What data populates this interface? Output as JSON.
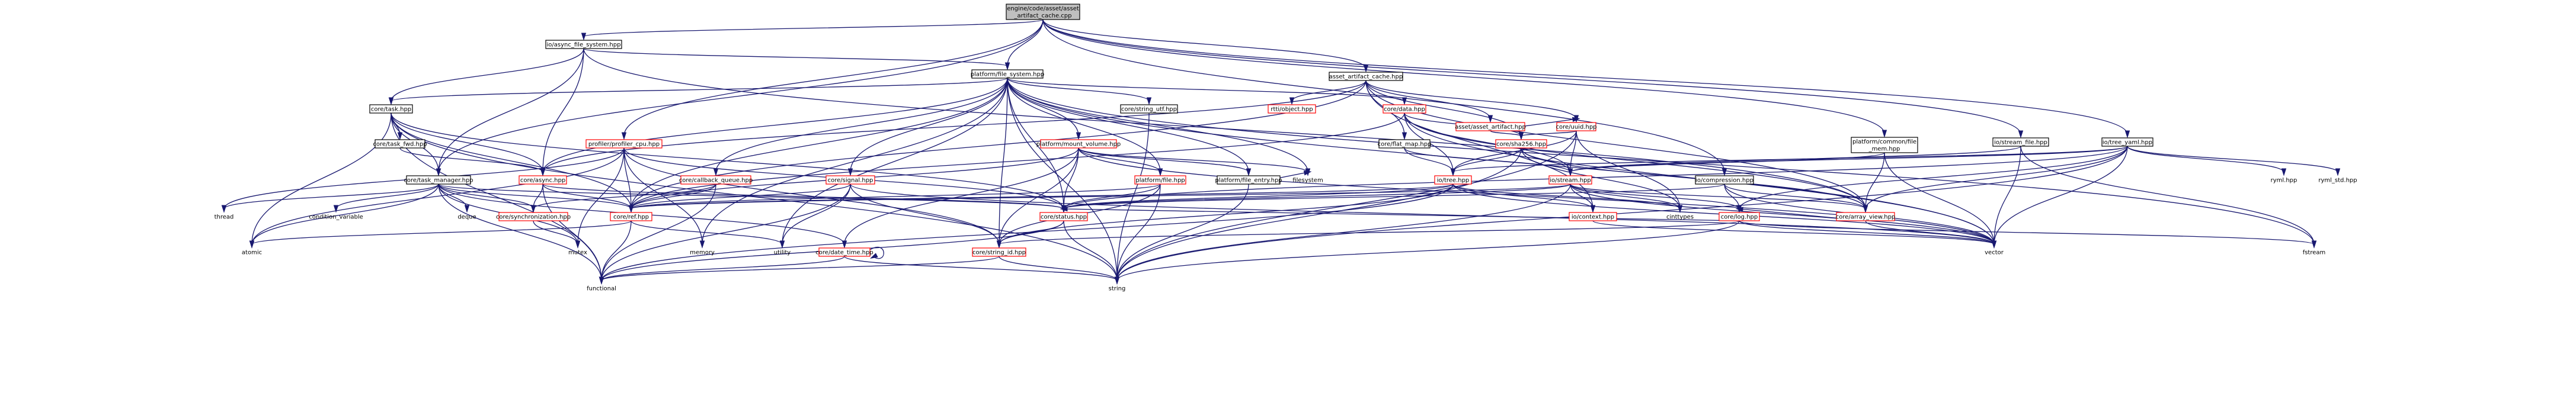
{
  "graph": {
    "colors": {
      "edge": "#191970",
      "root_fill": "#bfbfbf",
      "root_stroke": "#000000",
      "linked_stroke": "#000000",
      "missing_stroke": "#ff0000",
      "node_fill": "#ffffff"
    },
    "nodes": [
      {
        "id": "root",
        "lines": [
          "engine/code/asset/asset",
          "_artifact_cache.cpp"
        ],
        "kind": "root"
      },
      {
        "id": "io_async_fs",
        "lines": [
          "io/async_file_system.hpp"
        ],
        "kind": "linked"
      },
      {
        "id": "pf_fs",
        "lines": [
          "platform/file_system.hpp"
        ],
        "kind": "linked"
      },
      {
        "id": "aac_hpp",
        "lines": [
          "asset_artifact_cache.hpp"
        ],
        "kind": "linked"
      },
      {
        "id": "core_task",
        "lines": [
          "core/task.hpp"
        ],
        "kind": "linked"
      },
      {
        "id": "core_string_utf",
        "lines": [
          "core/string_utf.hpp"
        ],
        "kind": "linked"
      },
      {
        "id": "rtti_object",
        "lines": [
          "rtti/object.hpp"
        ],
        "kind": "missing"
      },
      {
        "id": "core_data",
        "lines": [
          "core/data.hpp"
        ],
        "kind": "missing"
      },
      {
        "id": "aa_hpp",
        "lines": [
          "asset/asset_artifact.hpp"
        ],
        "kind": "missing"
      },
      {
        "id": "core_uuid",
        "lines": [
          "core/uuid.hpp"
        ],
        "kind": "missing"
      },
      {
        "id": "pf_common_mem",
        "lines": [
          "platform/common/file",
          "_mem.hpp"
        ],
        "kind": "linked"
      },
      {
        "id": "io_stream_file",
        "lines": [
          "io/stream_file.hpp"
        ],
        "kind": "linked"
      },
      {
        "id": "io_tree_yaml",
        "lines": [
          "io/tree_yaml.hpp"
        ],
        "kind": "linked"
      },
      {
        "id": "core_task_fwd",
        "lines": [
          "core/task_fwd.hpp"
        ],
        "kind": "linked"
      },
      {
        "id": "prof_cpu",
        "lines": [
          "profiler/profiler_cpu.hpp"
        ],
        "kind": "missing"
      },
      {
        "id": "pf_mount",
        "lines": [
          "platform/mount_volume.hpp"
        ],
        "kind": "missing"
      },
      {
        "id": "core_flat_map",
        "lines": [
          "core/flat_map.hpp"
        ],
        "kind": "linked"
      },
      {
        "id": "core_sha256",
        "lines": [
          "core/sha256.hpp"
        ],
        "kind": "missing"
      },
      {
        "id": "io_compression",
        "lines": [
          "io/compression.hpp"
        ],
        "kind": "linked"
      },
      {
        "id": "core_callback_queue",
        "lines": [
          "core/callback_queue.hpp"
        ],
        "kind": "missing"
      },
      {
        "id": "core_async",
        "lines": [
          "core/async.hpp"
        ],
        "kind": "missing"
      },
      {
        "id": "core_signal",
        "lines": [
          "core/signal.hpp"
        ],
        "kind": "missing"
      },
      {
        "id": "pf_file",
        "lines": [
          "platform/file.hpp"
        ],
        "kind": "missing"
      },
      {
        "id": "pf_file_entry",
        "lines": [
          "platform/file_entry.hpp"
        ],
        "kind": "linked"
      },
      {
        "id": "io_tree",
        "lines": [
          "io/tree.hpp"
        ],
        "kind": "missing"
      },
      {
        "id": "io_stream",
        "lines": [
          "io/stream.hpp"
        ],
        "kind": "missing"
      },
      {
        "id": "core_task_manager",
        "lines": [
          "core/task_manager.hpp"
        ],
        "kind": "linked"
      },
      {
        "id": "core_sync",
        "lines": [
          "core/synchronization.hpp"
        ],
        "kind": "missing"
      },
      {
        "id": "core_ref",
        "lines": [
          "core/ref.hpp"
        ],
        "kind": "missing"
      },
      {
        "id": "core_status",
        "lines": [
          "core/status.hpp"
        ],
        "kind": "missing"
      },
      {
        "id": "io_context",
        "lines": [
          "io/context.hpp"
        ],
        "kind": "missing"
      },
      {
        "id": "core_log",
        "lines": [
          "core/log.hpp"
        ],
        "kind": "missing"
      },
      {
        "id": "core_array_view",
        "lines": [
          "core/array_view.hpp"
        ],
        "kind": "missing"
      },
      {
        "id": "core_date_time",
        "lines": [
          "core/date_time.hpp"
        ],
        "kind": "missing"
      },
      {
        "id": "core_string_id",
        "lines": [
          "core/string_id.hpp"
        ],
        "kind": "missing"
      },
      {
        "id": "s_thread",
        "lines": [
          "thread"
        ],
        "kind": "system"
      },
      {
        "id": "s_condvar",
        "lines": [
          "condition_variable"
        ],
        "kind": "system"
      },
      {
        "id": "s_deque",
        "lines": [
          "deque"
        ],
        "kind": "system"
      },
      {
        "id": "s_atomic",
        "lines": [
          "atomic"
        ],
        "kind": "system"
      },
      {
        "id": "s_mutex",
        "lines": [
          "mutex"
        ],
        "kind": "system"
      },
      {
        "id": "s_memory",
        "lines": [
          "memory"
        ],
        "kind": "system"
      },
      {
        "id": "s_utility",
        "lines": [
          "utility"
        ],
        "kind": "system"
      },
      {
        "id": "s_functional",
        "lines": [
          "functional"
        ],
        "kind": "system"
      },
      {
        "id": "s_string",
        "lines": [
          "string"
        ],
        "kind": "system"
      },
      {
        "id": "s_filesystem",
        "lines": [
          "filesystem"
        ],
        "kind": "system"
      },
      {
        "id": "s_cinttypes",
        "lines": [
          "cinttypes"
        ],
        "kind": "system"
      },
      {
        "id": "s_vector",
        "lines": [
          "vector"
        ],
        "kind": "system"
      },
      {
        "id": "s_fstream",
        "lines": [
          "fstream"
        ],
        "kind": "system"
      },
      {
        "id": "s_ryml",
        "lines": [
          "ryml.hpp"
        ],
        "kind": "system"
      },
      {
        "id": "s_ryml_std",
        "lines": [
          "ryml_std.hpp"
        ],
        "kind": "system"
      }
    ],
    "edges": [
      [
        "root",
        "io_async_fs"
      ],
      [
        "root",
        "pf_fs"
      ],
      [
        "root",
        "aac_hpp"
      ],
      [
        "root",
        "core_task_manager"
      ],
      [
        "root",
        "prof_cpu"
      ],
      [
        "root",
        "pf_common_mem"
      ],
      [
        "root",
        "io_stream_file"
      ],
      [
        "root",
        "io_tree_yaml"
      ],
      [
        "root",
        "io_compression"
      ],
      [
        "io_async_fs",
        "core_task"
      ],
      [
        "io_async_fs",
        "pf_fs"
      ],
      [
        "io_async_fs",
        "core_async"
      ],
      [
        "io_async_fs",
        "core_task_manager"
      ],
      [
        "io_async_fs",
        "core_array_view"
      ],
      [
        "pf_fs",
        "core_task"
      ],
      [
        "pf_fs",
        "core_string_utf"
      ],
      [
        "pf_fs",
        "core_data"
      ],
      [
        "pf_fs",
        "pf_mount"
      ],
      [
        "pf_fs",
        "pf_file"
      ],
      [
        "pf_fs",
        "pf_file_entry"
      ],
      [
        "pf_fs",
        "core_status"
      ],
      [
        "pf_fs",
        "core_ref"
      ],
      [
        "pf_fs",
        "core_string_id"
      ],
      [
        "pf_fs",
        "core_async"
      ],
      [
        "pf_fs",
        "s_string"
      ],
      [
        "pf_fs",
        "s_filesystem"
      ],
      [
        "pf_fs",
        "s_vector"
      ],
      [
        "pf_fs",
        "s_utility"
      ],
      [
        "pf_fs",
        "s_memory"
      ],
      [
        "pf_fs",
        "core_callback_queue"
      ],
      [
        "pf_fs",
        "s_fstream"
      ],
      [
        "pf_fs",
        "core_signal"
      ],
      [
        "aac_hpp",
        "rtti_object"
      ],
      [
        "aac_hpp",
        "aa_hpp"
      ],
      [
        "aac_hpp",
        "core_uuid"
      ],
      [
        "aac_hpp",
        "core_flat_map"
      ],
      [
        "aac_hpp",
        "core_sha256"
      ],
      [
        "aac_hpp",
        "core_array_view"
      ],
      [
        "aac_hpp",
        "io_context"
      ],
      [
        "aac_hpp",
        "core_async"
      ],
      [
        "aac_hpp",
        "core_ref"
      ],
      [
        "core_task",
        "core_task_fwd"
      ],
      [
        "core_task",
        "core_async"
      ],
      [
        "core_task",
        "core_task_manager"
      ],
      [
        "core_task",
        "core_ref"
      ],
      [
        "core_task",
        "core_status"
      ],
      [
        "core_task",
        "s_functional"
      ],
      [
        "core_task",
        "s_string"
      ],
      [
        "core_task",
        "s_atomic"
      ],
      [
        "core_string_utf",
        "s_string"
      ],
      [
        "core_data",
        "core_array_view"
      ],
      [
        "core_data",
        "core_ref"
      ],
      [
        "core_data",
        "io_tree"
      ],
      [
        "core_data",
        "io_stream"
      ],
      [
        "core_data",
        "s_vector"
      ],
      [
        "core_data",
        "core_sha256"
      ],
      [
        "aa_hpp",
        "core_sha256"
      ],
      [
        "aa_hpp",
        "core_uuid"
      ],
      [
        "core_uuid",
        "io_stream"
      ],
      [
        "core_uuid",
        "io_tree"
      ],
      [
        "core_uuid",
        "s_cinttypes"
      ],
      [
        "core_uuid",
        "s_string"
      ],
      [
        "core_uuid",
        "core_sha256"
      ],
      [
        "pf_common_mem",
        "core_array_view"
      ],
      [
        "pf_common_mem",
        "s_vector"
      ],
      [
        "pf_common_mem",
        "io_stream"
      ],
      [
        "io_stream_file",
        "io_stream"
      ],
      [
        "io_stream_file",
        "s_fstream"
      ],
      [
        "io_stream_file",
        "s_vector"
      ],
      [
        "io_tree_yaml",
        "io_tree"
      ],
      [
        "io_tree_yaml",
        "s_ryml"
      ],
      [
        "io_tree_yaml",
        "s_ryml_std"
      ],
      [
        "io_tree_yaml",
        "core_log"
      ],
      [
        "io_tree_yaml",
        "core_status"
      ],
      [
        "io_tree_yaml",
        "io_stream"
      ],
      [
        "io_tree_yaml",
        "s_string"
      ],
      [
        "io_tree_yaml",
        "s_vector"
      ],
      [
        "io_tree_yaml",
        "core_array_view"
      ],
      [
        "core_task_fwd",
        "core_async"
      ],
      [
        "prof_cpu",
        "core_ref"
      ],
      [
        "prof_cpu",
        "s_thread"
      ],
      [
        "prof_cpu",
        "s_atomic"
      ],
      [
        "prof_cpu",
        "s_mutex"
      ],
      [
        "prof_cpu",
        "s_memory"
      ],
      [
        "prof_cpu",
        "core_status"
      ],
      [
        "prof_cpu",
        "core_string_id"
      ],
      [
        "pf_mount",
        "core_ref"
      ],
      [
        "pf_mount",
        "core_status"
      ],
      [
        "pf_mount",
        "core_string_id"
      ],
      [
        "pf_mount",
        "pf_file"
      ],
      [
        "pf_mount",
        "pf_file_entry"
      ],
      [
        "pf_mount",
        "core_date_time"
      ],
      [
        "pf_mount",
        "s_filesystem"
      ],
      [
        "pf_mount",
        "s_vector"
      ],
      [
        "core_flat_map",
        "io_tree"
      ],
      [
        "core_flat_map",
        "io_stream"
      ],
      [
        "core_sha256",
        "io_stream"
      ],
      [
        "core_sha256",
        "io_tree"
      ],
      [
        "core_sha256",
        "s_cinttypes"
      ],
      [
        "core_sha256",
        "s_string"
      ],
      [
        "core_sha256",
        "core_array_view"
      ],
      [
        "io_compression",
        "core_status"
      ],
      [
        "io_compression",
        "core_array_view"
      ],
      [
        "io_compression",
        "s_vector"
      ],
      [
        "io_compression",
        "core_log"
      ],
      [
        "core_callback_queue",
        "core_sync"
      ],
      [
        "core_callback_queue",
        "core_ref"
      ],
      [
        "core_callback_queue",
        "s_functional"
      ],
      [
        "core_async",
        "core_sync"
      ],
      [
        "core_async",
        "core_ref"
      ],
      [
        "core_async",
        "core_status"
      ],
      [
        "core_async",
        "s_functional"
      ],
      [
        "core_signal",
        "core_ref"
      ],
      [
        "core_signal",
        "s_functional"
      ],
      [
        "core_signal",
        "s_utility"
      ],
      [
        "core_signal",
        "s_vector"
      ],
      [
        "core_signal",
        "core_string_id"
      ],
      [
        "pf_file",
        "core_ref"
      ],
      [
        "pf_file",
        "core_status"
      ],
      [
        "pf_file",
        "core_string_id"
      ],
      [
        "pf_file",
        "s_string"
      ],
      [
        "pf_file_entry",
        "s_string"
      ],
      [
        "pf_file_entry",
        "s_filesystem"
      ],
      [
        "io_tree",
        "core_status"
      ],
      [
        "io_tree",
        "core_ref"
      ],
      [
        "io_tree",
        "core_string_id"
      ],
      [
        "io_tree",
        "s_cinttypes"
      ],
      [
        "io_tree",
        "s_vector"
      ],
      [
        "io_tree",
        "io_context"
      ],
      [
        "io_tree",
        "s_functional"
      ],
      [
        "io_stream",
        "core_status"
      ],
      [
        "io_stream",
        "core_ref"
      ],
      [
        "io_stream",
        "io_context"
      ],
      [
        "io_stream",
        "core_array_view"
      ],
      [
        "io_stream",
        "s_cinttypes"
      ],
      [
        "io_stream",
        "s_vector"
      ],
      [
        "io_stream",
        "core_log"
      ],
      [
        "io_stream",
        "s_string"
      ],
      [
        "core_task_manager",
        "s_thread"
      ],
      [
        "core_task_manager",
        "s_condvar"
      ],
      [
        "core_task_manager",
        "s_deque"
      ],
      [
        "core_task_manager",
        "s_atomic"
      ],
      [
        "core_task_manager",
        "s_mutex"
      ],
      [
        "core_task_manager",
        "core_sync"
      ],
      [
        "core_task_manager",
        "core_ref"
      ],
      [
        "core_task_manager",
        "core_status"
      ],
      [
        "core_task_manager",
        "s_functional"
      ],
      [
        "core_task_manager",
        "core_date_time"
      ],
      [
        "core_sync",
        "s_mutex"
      ],
      [
        "core_ref",
        "s_atomic"
      ],
      [
        "core_ref",
        "s_functional"
      ],
      [
        "core_ref",
        "s_utility"
      ],
      [
        "core_status",
        "core_string_id"
      ],
      [
        "core_status",
        "s_string"
      ],
      [
        "core_status",
        "s_functional"
      ],
      [
        "io_context",
        "s_vector"
      ],
      [
        "core_log",
        "s_vector"
      ],
      [
        "core_log",
        "s_string"
      ],
      [
        "core_log",
        "s_fstream"
      ],
      [
        "core_log",
        "core_string_id"
      ],
      [
        "core_log",
        "core_status"
      ],
      [
        "core_array_view",
        "s_vector"
      ],
      [
        "core_array_view",
        "core_log"
      ],
      [
        "core_date_time",
        "s_functional"
      ],
      [
        "core_date_time",
        "s_string"
      ],
      [
        "core_date_time",
        "core_date_time"
      ],
      [
        "core_string_id",
        "s_string"
      ],
      [
        "core_string_id",
        "s_functional"
      ]
    ]
  }
}
